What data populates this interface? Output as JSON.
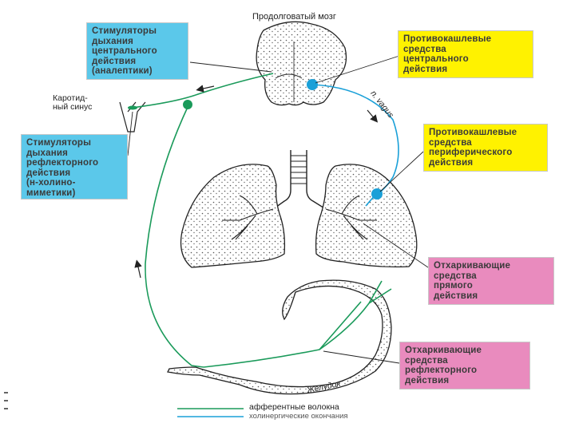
{
  "title": "Продолговатый мозг",
  "boxes": {
    "central_stimulants": "Стимуляторы\nдыхания\nцентрального\nдействия\n(аналептики)",
    "reflex_stimulants": "Стимуляторы\nдыхания\nрефлекторного\nдействия\n(н-холино-\nмиметики)",
    "central_antitussive": "Противокашлевые\nсредства\nцентрального\nдействия",
    "peripheral_antitussive": "Противокашлевые\nсредства\nпериферического\nдействия",
    "direct_expectorants": "Отхаркивающие\nсредства\nпрямого\nдействия",
    "reflex_expectorants": "Отхаркивающие\nсредства\nрефлекторного\nдействия"
  },
  "labels": {
    "carotid_sinus": "Каротид-\nный синус",
    "vagus": "n. vagus",
    "stomach": "Желудок"
  },
  "legend": {
    "afferent": "афферентные волокна",
    "cholinergic": "холинергические окончания"
  },
  "colors": {
    "blue_box": "#5bc8ea",
    "yellow_box": "#fff200",
    "pink_box": "#e98bbe",
    "green_fiber": "#1a9a5a",
    "blue_fiber": "#1aa0d8",
    "organ_stroke": "#222222"
  }
}
